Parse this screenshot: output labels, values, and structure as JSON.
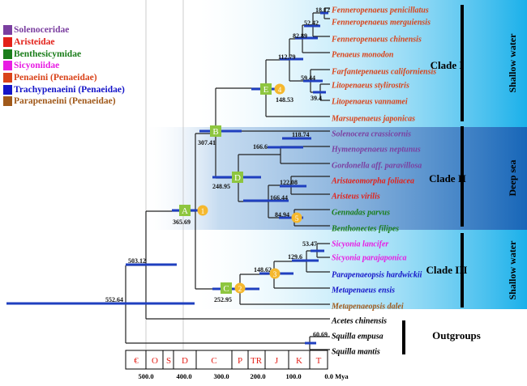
{
  "legend": [
    {
      "label": "Solenoceridae",
      "color": "#7b3fa0"
    },
    {
      "label": "Aristeidae",
      "color": "#e32119"
    },
    {
      "label": "Benthesicymidae",
      "color": "#1a7d1a"
    },
    {
      "label": "Sicyoniidae",
      "color": "#e81ce3"
    },
    {
      "label": "Penaeini (Penaeidae)",
      "color": "#d9431a"
    },
    {
      "label": "Trachypenaeini (Penaeidae)",
      "color": "#1414c8"
    },
    {
      "label": "Parapenaeini (Penaeidae)",
      "color": "#a0591a"
    }
  ],
  "taxa": [
    {
      "name": "Fenneropenaeus penicillatus",
      "color": "#d9431a"
    },
    {
      "name": "Fenneropenaeus merguiensis",
      "color": "#d9431a"
    },
    {
      "name": "Fenneropenaeus chinensis",
      "color": "#d9431a"
    },
    {
      "name": "Penaeus monodon",
      "color": "#d9431a"
    },
    {
      "name": "Farfantepenaeus californiensis",
      "color": "#d9431a"
    },
    {
      "name": "Litopenaeus stylirostris",
      "color": "#d9431a"
    },
    {
      "name": "Litopenaeus vannamei",
      "color": "#d9431a"
    },
    {
      "name": "Marsupenaeus japonicas",
      "color": "#d9431a"
    },
    {
      "name": "Solenocera crassicornis",
      "color": "#7b3fa0"
    },
    {
      "name": "Hymenopenaeus neptunus",
      "color": "#7b3fa0"
    },
    {
      "name": "Gordonella aff. paravillosa",
      "color": "#7b3fa0"
    },
    {
      "name": "Aristaeomorpha foliacea",
      "color": "#e32119"
    },
    {
      "name": "Aristeus virilis",
      "color": "#e32119"
    },
    {
      "name": "Gennadas parvus",
      "color": "#1a7d1a"
    },
    {
      "name": "Benthonectes filipes",
      "color": "#1a7d1a"
    },
    {
      "name": "Sicyonia lancifer",
      "color": "#e81ce3"
    },
    {
      "name": "Sicyonia parajaponica",
      "color": "#e81ce3"
    },
    {
      "name": "Parapenaeopsis hardwickii",
      "color": "#1414c8"
    },
    {
      "name": "Metapenaeus ensis",
      "color": "#1414c8"
    },
    {
      "name": "Metapenaeopsis dalei",
      "color": "#a0591a"
    },
    {
      "name": "Acetes chinensis",
      "color": "#000000"
    },
    {
      "name": "Squilla empusa",
      "color": "#000000"
    },
    {
      "name": "Squilla mantis",
      "color": "#000000"
    }
  ],
  "node_ages": [
    "18.12",
    "52.42",
    "82.89",
    "112.79",
    "59.44",
    "39.4",
    "148.53",
    "118.74",
    "307.41",
    "166.6",
    "248.95",
    "122.08",
    "166.44",
    "84.94",
    "365.69",
    "53.47",
    "129.6",
    "148.62",
    "252.95",
    "503.12",
    "552.64",
    "60.69"
  ],
  "node_letters": [
    "A",
    "B",
    "C",
    "D",
    "E"
  ],
  "node_numbers": [
    "1",
    "2",
    "3",
    "4",
    "5"
  ],
  "clades": [
    "Clade I",
    "Clade II",
    "Clade III",
    "Outgroups"
  ],
  "habitats": [
    "Shallow water",
    "Deep sea",
    "Shallow water"
  ],
  "periods": [
    "€",
    "O",
    "S",
    "D",
    "C",
    "P",
    "TR",
    "J",
    "K",
    "T"
  ],
  "axis_ticks": [
    "500.0",
    "400.0",
    "300.0",
    "200.0",
    "100.0",
    "0.0 Mya"
  ],
  "colors": {
    "shallow": "#1ab0ea",
    "deep": "#1766b8",
    "bar": "#1f3fbf",
    "letter_box": "#8ec63f",
    "number_circle": "#f5b82e",
    "period_text": "#e32119"
  }
}
